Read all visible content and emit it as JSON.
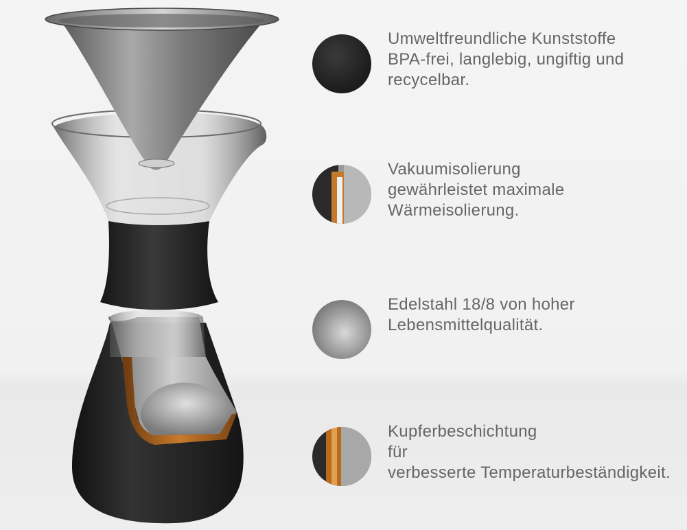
{
  "features": [
    {
      "icon": "black-plastic-icon",
      "lines": [
        "Umweltfreundliche Kunststoffe",
        "BPA-frei, langlebig, ungiftig und",
        "recycelbar."
      ]
    },
    {
      "icon": "vacuum-insulation-icon",
      "lines": [
        "Vakuumisolierung",
        "gewährleistet maximale",
        "Wärmeisolierung."
      ]
    },
    {
      "icon": "stainless-steel-icon",
      "lines": [
        "Edelstahl 18/8 von hoher",
        "Lebensmittelqualität."
      ]
    },
    {
      "icon": "copper-coating-icon",
      "lines": [
        "Kupferbeschichtung",
        "für",
        "verbesserte Temperaturbeständigkeit."
      ]
    }
  ],
  "colors": {
    "text": "#666666",
    "copper": "#b86a1e",
    "body": "#1e1e1e",
    "steel": "#9a9a9a"
  }
}
